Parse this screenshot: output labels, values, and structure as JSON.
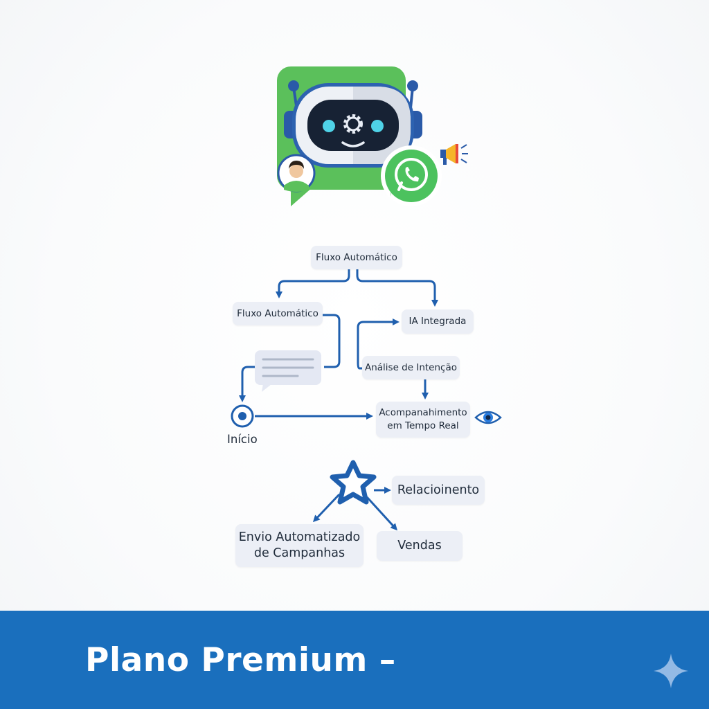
{
  "diagram": {
    "top_node": "Fluxo Automático",
    "left_node": "Fluxo Automático",
    "ia_node": "IA Integrada",
    "analysis_node": "Análise de Intenção",
    "realtime_line1": "Acompanahimento",
    "realtime_line2": "em Tempo Real",
    "start_label": "Início",
    "relationship_node": "Relacioinento",
    "campaign_line1": "Envio Automatizado",
    "campaign_line2": "de Campanhas",
    "sales_node": "Vendas"
  },
  "banner": {
    "title": "Plano Premium –",
    "color": "#1a6fbd"
  },
  "colors": {
    "arrow": "#1f5fae",
    "bubble_green": "#5bc05b",
    "whatsapp_green": "#4cc25e",
    "node_fill": "#eceff6"
  },
  "icons": [
    "robot-chatbot-icon",
    "gear-icon",
    "user-avatar-icon",
    "whatsapp-icon",
    "megaphone-icon",
    "chat-bubble-icon",
    "start-circle-icon",
    "eye-icon",
    "star-icon",
    "sparkle-icon"
  ]
}
